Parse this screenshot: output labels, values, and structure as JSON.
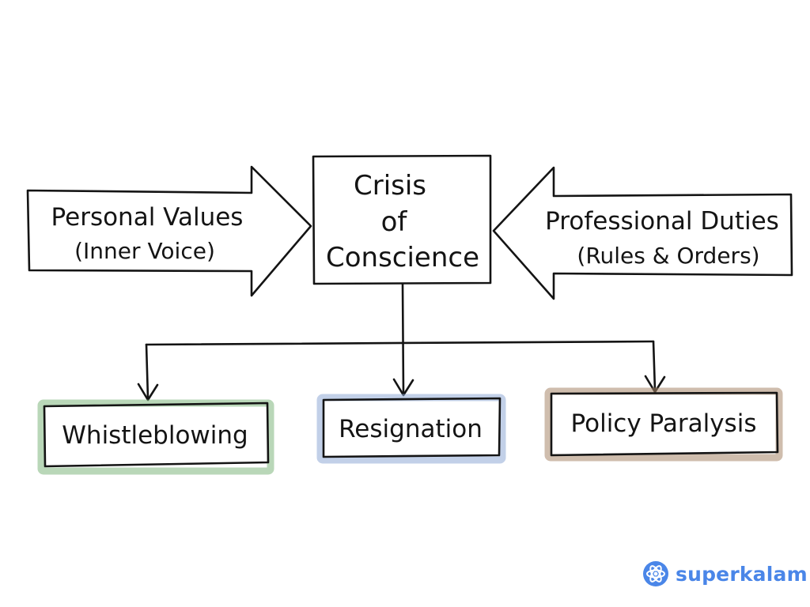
{
  "center": {
    "lines": [
      "Crisis",
      "of",
      "Conscience"
    ]
  },
  "left_arrow": {
    "title": "Personal Values",
    "subtitle": "(Inner Voice)"
  },
  "right_arrow": {
    "title": "Professional Duties",
    "subtitle": "(Rules & Orders)"
  },
  "outcomes": [
    {
      "label": "Whistleblowing",
      "color": "#7fb77e"
    },
    {
      "label": "Resignation",
      "color": "#8fa9d6"
    },
    {
      "label": "Policy Paralysis",
      "color": "#a88669"
    }
  ],
  "brand": {
    "name": "superkalam",
    "color": "#4a86e8"
  }
}
